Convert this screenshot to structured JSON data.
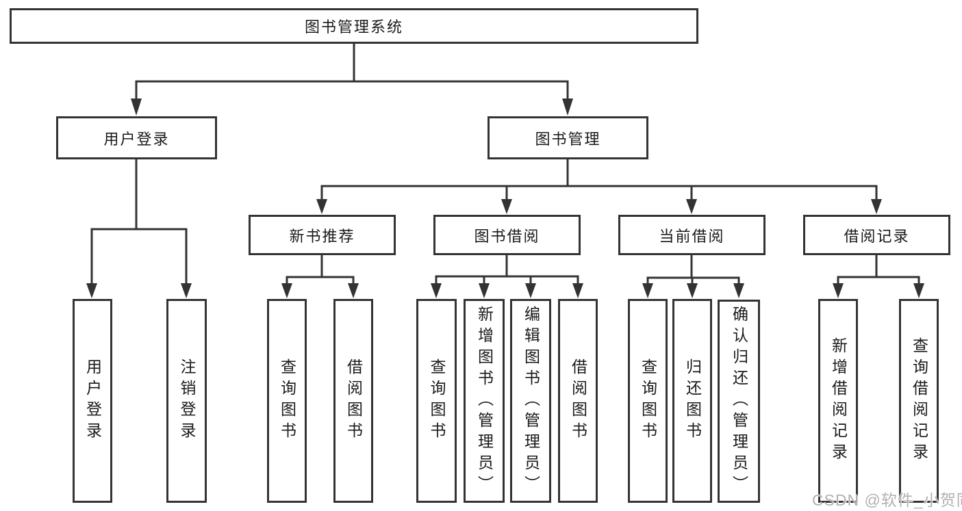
{
  "diagram": {
    "type": "hierarchy-diagram",
    "watermark": "CSDN @软件_小贺同学",
    "colors": {
      "line": "#333333",
      "box_border": "#333333",
      "box_fill": "#ffffff",
      "text": "#1a1a1a",
      "background": "#ffffff",
      "watermark": "#adadad"
    },
    "tree": {
      "label": "图书管理系统",
      "children": [
        {
          "label": "用户登录",
          "children": [
            {
              "label": "用户登录"
            },
            {
              "label": "注销登录"
            }
          ]
        },
        {
          "label": "图书管理",
          "children": [
            {
              "label": "新书推荐",
              "children": [
                {
                  "label": "查询图书"
                },
                {
                  "label": "借阅图书"
                }
              ]
            },
            {
              "label": "图书借阅",
              "children": [
                {
                  "label": "查询图书"
                },
                {
                  "label": "新增图书（管理员）"
                },
                {
                  "label": "编辑图书（管理员）"
                },
                {
                  "label": "借阅图书"
                }
              ]
            },
            {
              "label": "当前借阅",
              "children": [
                {
                  "label": "查询图书"
                },
                {
                  "label": "归还图书"
                },
                {
                  "label": "确认归还（管理员）"
                }
              ]
            },
            {
              "label": "借阅记录",
              "children": [
                {
                  "label": "新增借阅记录"
                },
                {
                  "label": "查询借阅记录"
                }
              ]
            }
          ]
        }
      ]
    }
  }
}
